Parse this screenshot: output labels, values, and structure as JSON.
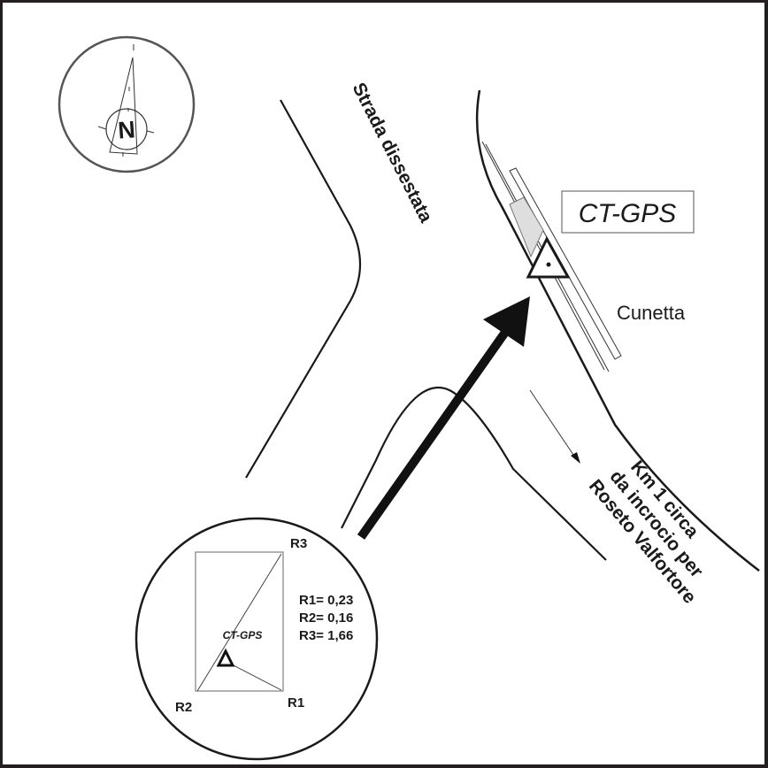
{
  "map": {
    "road_label_upper": "Strada dissestata",
    "station_label": "CT-GPS",
    "ditch_label": "Cunetta",
    "distance_label": [
      "Km 1 circa",
      "da incrocio per",
      "Roseto Valfortore"
    ],
    "compass": {
      "north_letter": "N"
    },
    "inset": {
      "station_label": "CT-GPS",
      "corners": {
        "r1": "R1",
        "r2": "R2",
        "r3": "R3"
      },
      "distances": [
        {
          "label": "R1= 0,23"
        },
        {
          "label": "R2= 0,16"
        },
        {
          "label": "R3= 1,66"
        }
      ]
    },
    "colors": {
      "line": "#1a1a1a",
      "frame": "#231f20",
      "compass_ring": "#555555",
      "inset_rect": "#888888",
      "antenna_fill": "#dedede"
    }
  }
}
